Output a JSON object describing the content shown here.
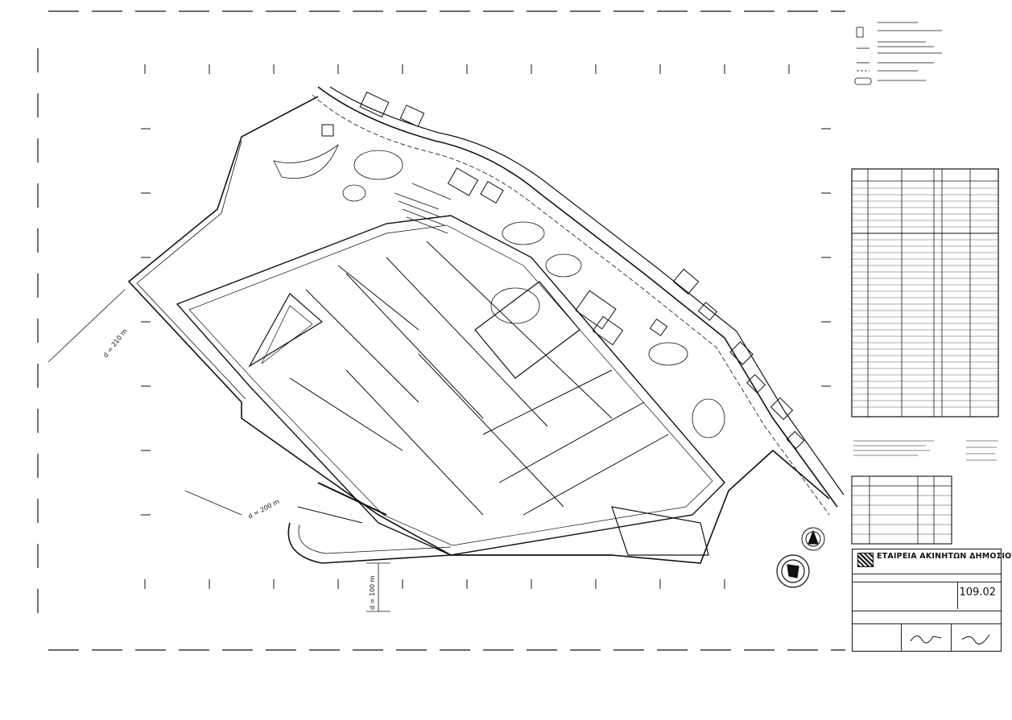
{
  "drawing": {
    "dim_labels": [
      "d = 210 m",
      "d = 200 m",
      "d = 100 m"
    ],
    "scale_symbol": "legend-key"
  },
  "title_block": {
    "company_line1": "ΕΤΑΙΡΕΙΑ ΑΚΙΝΗΤΩΝ ΔΗΜΟΣΙΟΥ Α.Ε.",
    "sheet_number": "109.02"
  }
}
